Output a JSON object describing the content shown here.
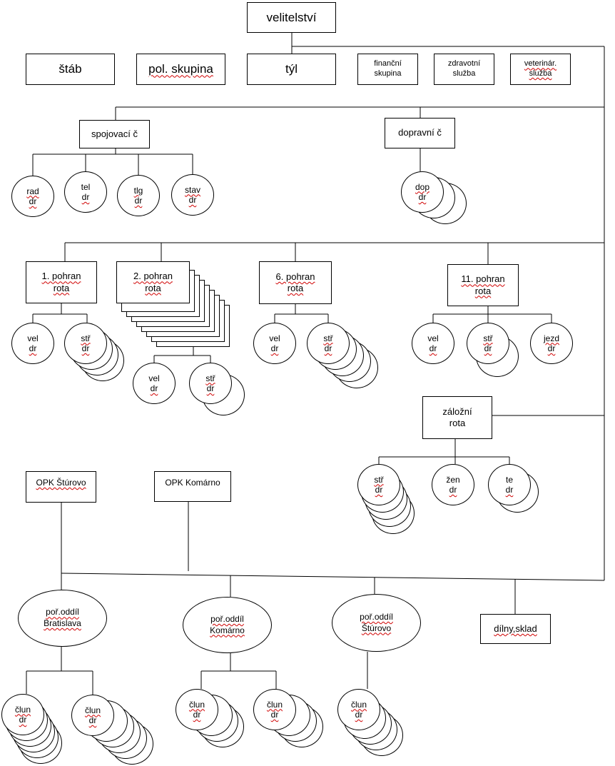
{
  "diagram": {
    "top": {
      "label": "velitelství"
    },
    "staff": {
      "stab": "štáb",
      "pol_skupina": "pol. skupina",
      "tyl": "týl",
      "financni": "finanční\nskupina",
      "zdravotni": "zdravotní\nslužba",
      "veterinar": "veterinár.\nslužba"
    },
    "spojovaci": {
      "label": "spojovací č",
      "circles": [
        {
          "l1": "rad",
          "l2": "dr"
        },
        {
          "l1": "tel",
          "l2": "dr"
        },
        {
          "l1": "tlg",
          "l2": "dr"
        },
        {
          "l1": "stav",
          "l2": "dr"
        }
      ]
    },
    "dopravni": {
      "label": "dopravní č",
      "circle": {
        "l1": "dop",
        "l2": "dr"
      }
    },
    "rota1": {
      "label": "1. pohran\nrota",
      "c1": {
        "l1": "vel",
        "l2": "dr"
      },
      "c2": {
        "l1": "stř",
        "l2": "dr"
      }
    },
    "rota2": {
      "label": "2. pohran\nrota",
      "c1": {
        "l1": "vel",
        "l2": "dr"
      },
      "c2": {
        "l1": "stř",
        "l2": "dr"
      }
    },
    "rota6": {
      "label": "6. pohran\nrota",
      "c1": {
        "l1": "vel",
        "l2": "dr"
      },
      "c2": {
        "l1": "stř",
        "l2": "dr"
      }
    },
    "rota11": {
      "label": "11. pohran\nrota",
      "c1": {
        "l1": "vel",
        "l2": "dr"
      },
      "c2": {
        "l1": "stř",
        "l2": "dr"
      },
      "c3": {
        "l1": "jezd",
        "l2": "dr"
      }
    },
    "zalozni": {
      "label": "záložní\nrota",
      "c1": {
        "l1": "stř",
        "l2": "dr"
      },
      "c2": {
        "l1": "žen",
        "l2": "dr"
      },
      "c3": {
        "l1": "te",
        "l2": "dr"
      }
    },
    "opk_sturovo": {
      "label": "OPK Štúrovo"
    },
    "opk_komarno": {
      "label": "OPK Komárno"
    },
    "oddil_bratislava": {
      "label": "poř.oddíl\nBratislava",
      "c1": {
        "l1": "člun",
        "l2": "dr"
      },
      "c2": {
        "l1": "člun",
        "l2": "dr"
      }
    },
    "oddil_komarno": {
      "label": "poř.oddíl\nKomárno",
      "c1": {
        "l1": "člun",
        "l2": "dr"
      },
      "c2": {
        "l1": "člun",
        "l2": "dr"
      }
    },
    "oddil_sturovo": {
      "label": "poř.oddíl\nŠtúrovo",
      "c1": {
        "l1": "člun",
        "l2": "dr"
      }
    },
    "dilny": {
      "label": "dílny,sklad"
    }
  }
}
